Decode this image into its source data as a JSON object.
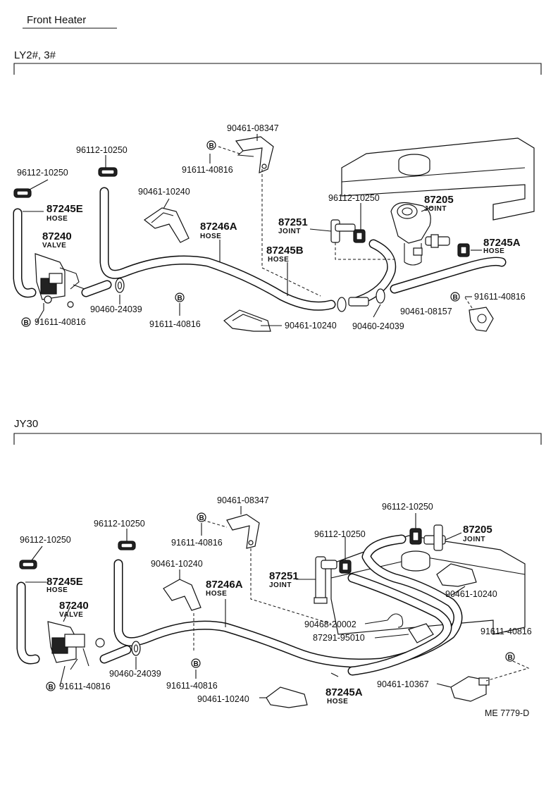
{
  "header": {
    "title": "Front Heater"
  },
  "sections": {
    "top": {
      "label": "LY2#, 3#",
      "labels": {
        "p_96112a": "96112-10250",
        "p_96112b": "96112-10250",
        "p_96112c": "96112-10250",
        "p_90461_08347": "90461-08347",
        "p_91611_a": "91611-40816",
        "p_90461_10240a": "90461-10240",
        "p_87246A": "87246A",
        "hose_87246A": "HOSE",
        "p_87245E": "87245E",
        "hose_87245E": "HOSE",
        "p_87240": "87240",
        "valve_87240": "VALVE",
        "p_87251": "87251",
        "joint_87251": "JOINT",
        "p_87205": "87205",
        "joint_87205": "JOINT",
        "p_87245B": "87245B",
        "hose_87245B": "HOSE",
        "p_87245A": "87245A",
        "hose_87245A": "HOSE",
        "p_91611_b": "91611-40816",
        "p_90461_08157": "90461-08157",
        "p_90460_a": "90460-24039",
        "p_91611_c": "91611-40816",
        "p_90461_10240b": "90461-10240",
        "p_90460_b": "90460-24039",
        "p_91611_d": "91611-40816",
        "bolt_mark": "B"
      }
    },
    "bottom": {
      "label": "JY30",
      "labels": {
        "p_90461_08347": "90461-08347",
        "p_96112a": "96112-10250",
        "p_96112b": "96112-10250",
        "p_96112c": "96112-10250",
        "p_96112d": "96112-10250",
        "p_91611_a": "91611-40816",
        "p_87205": "87205",
        "joint_87205": "JOINT",
        "p_87245E": "87245E",
        "hose_87245E": "HOSE",
        "p_90461_10240a": "90461-10240",
        "p_87246A": "87246A",
        "hose_87246A": "HOSE",
        "p_87251": "87251",
        "joint_87251": "JOINT",
        "p_87240": "87240",
        "valve_87240": "VALVE",
        "p_90461_10240c": "90461-10240",
        "p_90468": "90468-20002",
        "p_87291": "87291-95010",
        "p_91611_b": "91611-40816",
        "p_90460": "90460-24039",
        "p_91611_c": "91611-40816",
        "p_91611_d": "91611-40816",
        "p_90461_10367": "90461-10367",
        "p_90461_10240b": "90461-10240",
        "p_87245A": "87245A",
        "hose_87245A": "HOSE",
        "bolt_mark": "B"
      }
    }
  },
  "footer": {
    "code": "ME  7779-D"
  }
}
